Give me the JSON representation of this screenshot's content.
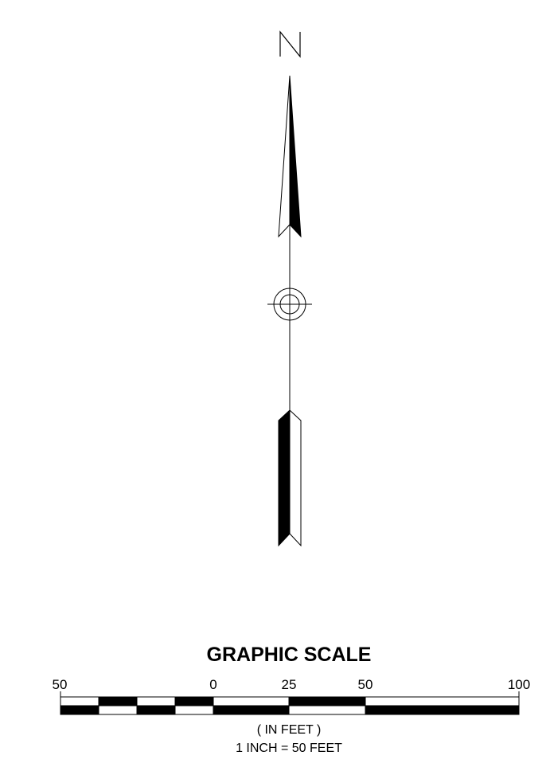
{
  "north_arrow": {
    "label": "N"
  },
  "scale": {
    "title": "GRAPHIC SCALE",
    "tick_labels": [
      "50",
      "0",
      "25",
      "50",
      "100"
    ],
    "units": "( IN FEET )",
    "ratio": "1 INCH = 50 FEET"
  },
  "colors": {
    "ink": "#000000",
    "paper": "#ffffff"
  }
}
